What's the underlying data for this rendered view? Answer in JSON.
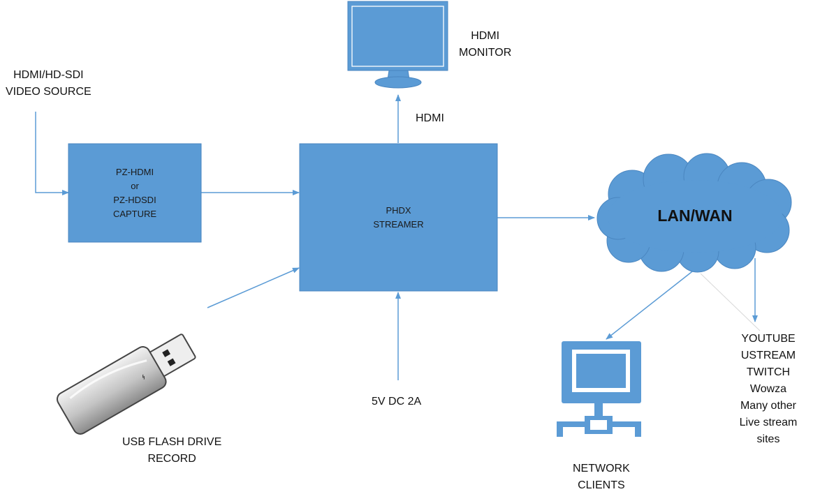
{
  "colors": {
    "box_fill": "#5b9bd5",
    "box_stroke": "#4a86c0",
    "arrow": "#5b9bd5",
    "usb_body": "#c8c8c8",
    "text": "#111111"
  },
  "video_source": {
    "line1": "HDMI/HD-SDI",
    "line2": "VIDEO SOURCE"
  },
  "capture_box": {
    "line1": "PZ-HDMI",
    "line2": "or",
    "line3": "PZ-HDSDI",
    "line4": "CAPTURE"
  },
  "streamer_box": {
    "line1": "PHDX",
    "line2": "STREAMER"
  },
  "monitor": {
    "icon": "monitor-icon",
    "line1": "HDMI",
    "line2": "MONITOR"
  },
  "hdmi_link_label": "HDMI",
  "power_label": "5V DC 2A",
  "usb": {
    "icon": "usb-flash-drive-icon",
    "line1": "USB FLASH DRIVE",
    "line2": "RECORD"
  },
  "cloud": {
    "icon": "cloud-icon",
    "label": "LAN/WAN"
  },
  "clients": {
    "icon": "network-computer-icon",
    "line1": "NETWORK",
    "line2": "CLIENTS"
  },
  "streaming_sites": [
    "YOUTUBE",
    "USTREAM",
    "TWITCH",
    "Wowza",
    "Many other",
    "Live stream",
    "sites"
  ]
}
